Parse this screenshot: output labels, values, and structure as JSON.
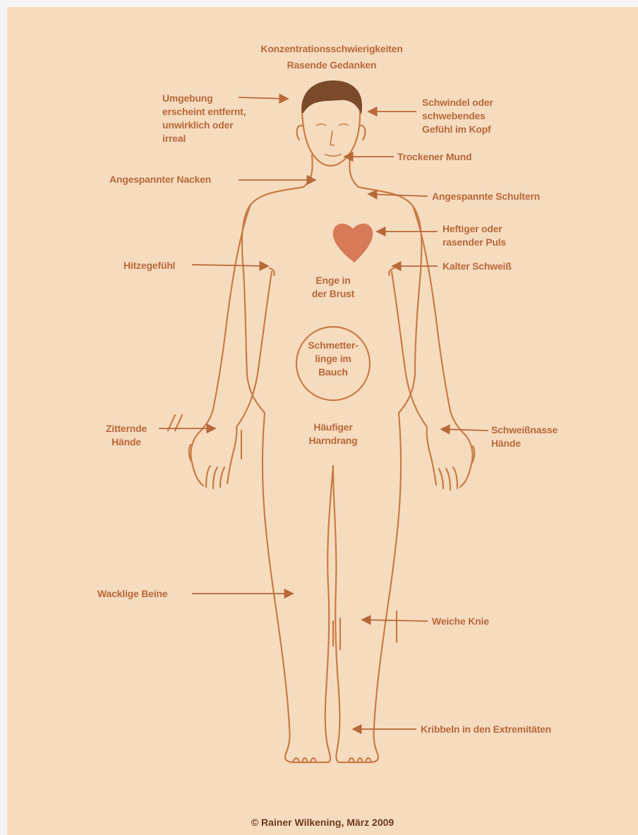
{
  "labels": {
    "concentration": "Konzentrationsschwierigkeiten",
    "racing_thoughts": "Rasende Gedanken",
    "unreal": "Umgebung\nerscheint entfernt,\nunwirklich oder\nirreal",
    "dizziness": "Schwindel oder\nschwebendes\nGefühl im Kopf",
    "dry_mouth": "Trockener Mund",
    "tense_neck": "Angespannter Nacken",
    "tense_shoulders": "Angespannte Schultern",
    "pulse": "Heftiger oder\nrasender Puls",
    "heat": "Hitzegefühl",
    "cold_sweat": "Kalter Schweiß",
    "chest": "Enge in\nder Brust",
    "butterflies": "Schmetter-\nlinge im\nBauch",
    "trembling_hands": "Zitternde\nHände",
    "sweaty_hands": "Schweißnasse\nHände",
    "urination": "Häufiger\nHarndrang",
    "shaky_legs": "Wacklige Beine",
    "soft_knees": "Weiche Knie",
    "tingling": "Kribbeln in den Extremitäten"
  },
  "copyright": "© Rainer Wilkening, März 2009",
  "colors": {
    "background": "#f6dcbf",
    "outline": "#c97b45",
    "label": "#b8683a",
    "heart": "#d77a58",
    "hair": "#7a4a2a"
  }
}
